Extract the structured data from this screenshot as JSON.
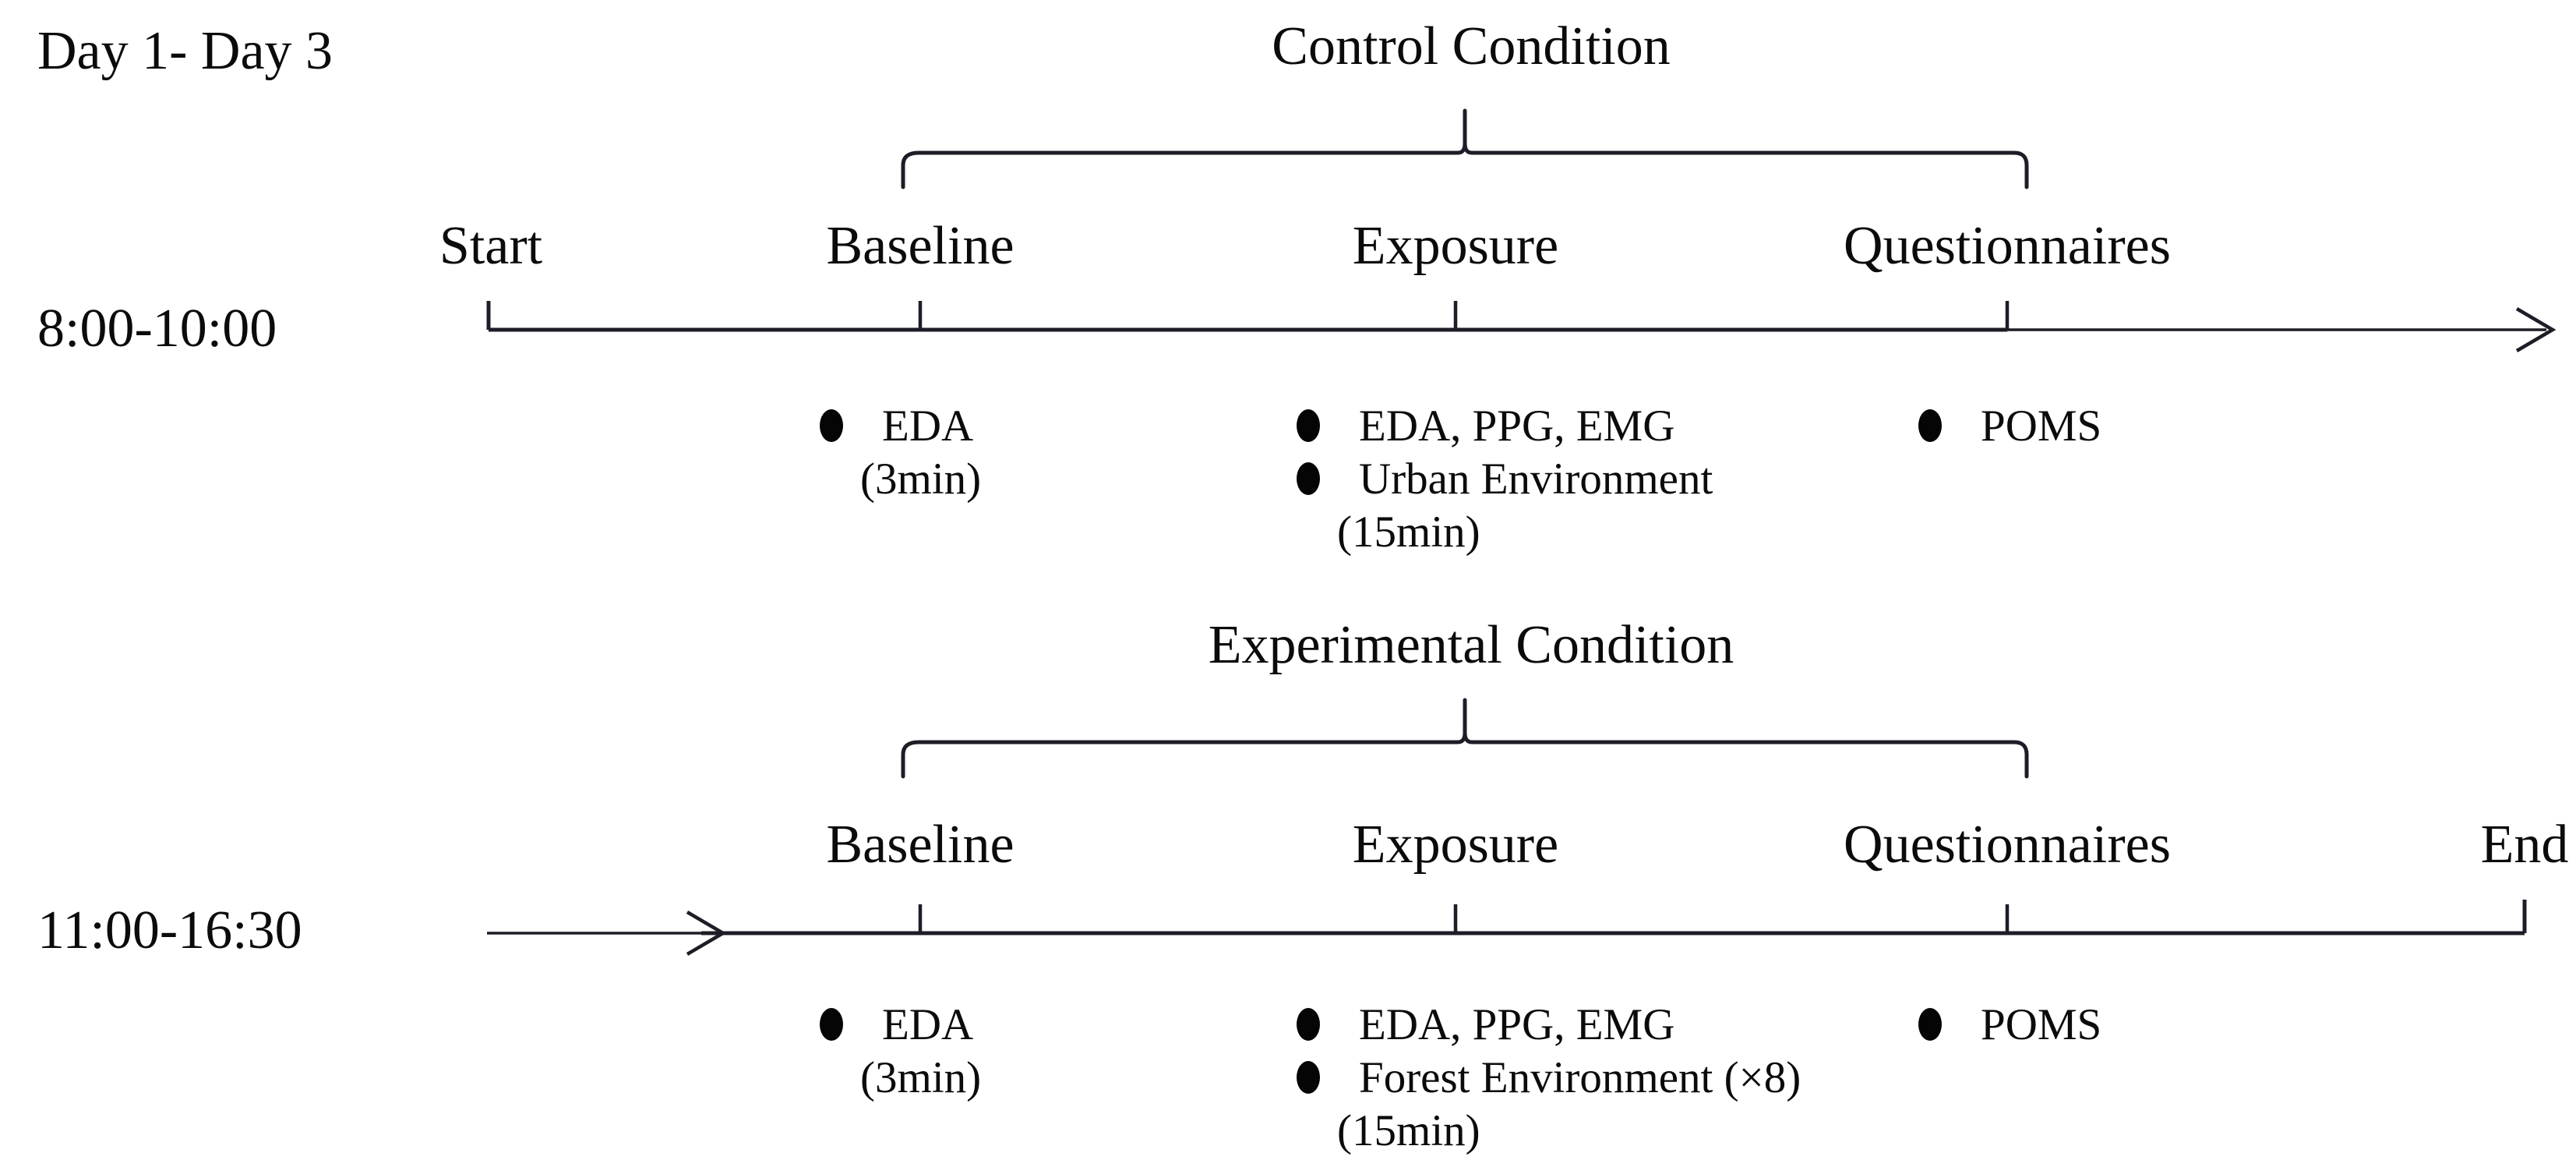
{
  "figure": {
    "background": "#ffffff",
    "line_color": "#1d1d27",
    "text_color": "#0b0b0b",
    "day_range": "Day 1- Day 3",
    "sections": [
      {
        "title": "Control Condition",
        "time_range": "8:00-10:00",
        "stage_start": "Start",
        "stage_baseline": "Baseline",
        "stage_exposure": "Exposure",
        "stage_questionnaires": "Questionnaires",
        "baseline_item_1": "EDA",
        "baseline_duration": "(3min)",
        "exposure_item_1": "EDA, PPG, EMG",
        "exposure_item_2": "Urban Environment",
        "exposure_duration": "(15min)",
        "questionnaires_item_1": "POMS"
      },
      {
        "title": "Experimental Condition",
        "time_range": "11:00-16:30",
        "stage_baseline": "Baseline",
        "stage_exposure": "Exposure",
        "stage_questionnaires": "Questionnaires",
        "stage_end": "End",
        "baseline_item_1": "EDA",
        "baseline_duration": "(3min)",
        "exposure_item_1": "EDA, PPG, EMG",
        "exposure_item_2": "Forest Environment (×8)",
        "exposure_duration": "(15min)",
        "questionnaires_item_1": "POMS"
      }
    ]
  }
}
